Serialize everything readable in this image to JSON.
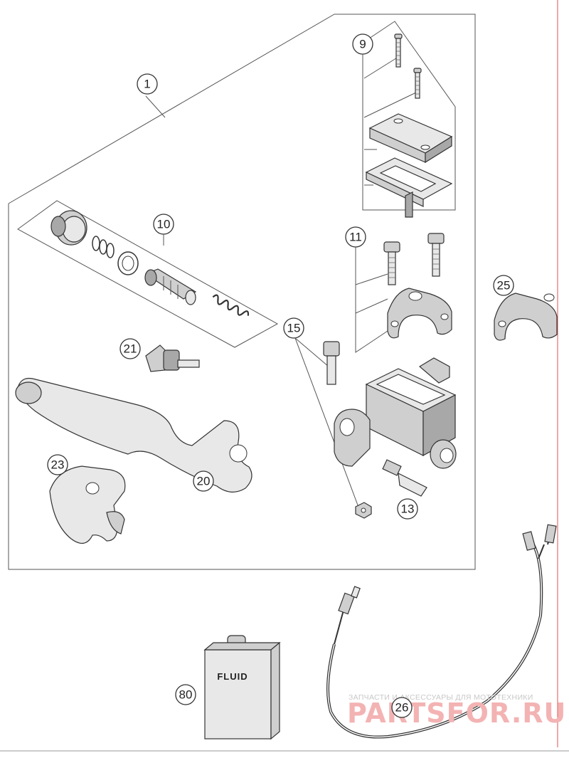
{
  "callouts": {
    "c1": "1",
    "c9": "9",
    "c10": "10",
    "c11": "11",
    "c13": "13",
    "c15": "15",
    "c20": "20",
    "c21": "21",
    "c23": "23",
    "c25": "25",
    "c26": "26",
    "c80": "80"
  },
  "fluid_label": "FLUID",
  "watermark": {
    "tagline": "ЗАПЧАСТИ И АКСЕССУАРЫ ДЛЯ МОТОТЕХНИКИ",
    "site": "PARTSFOR.RU"
  },
  "colors": {
    "line": "#555555",
    "part_fill": "#cfcfcf",
    "border_red": "#e05050",
    "watermark": "#f3b3b3"
  }
}
